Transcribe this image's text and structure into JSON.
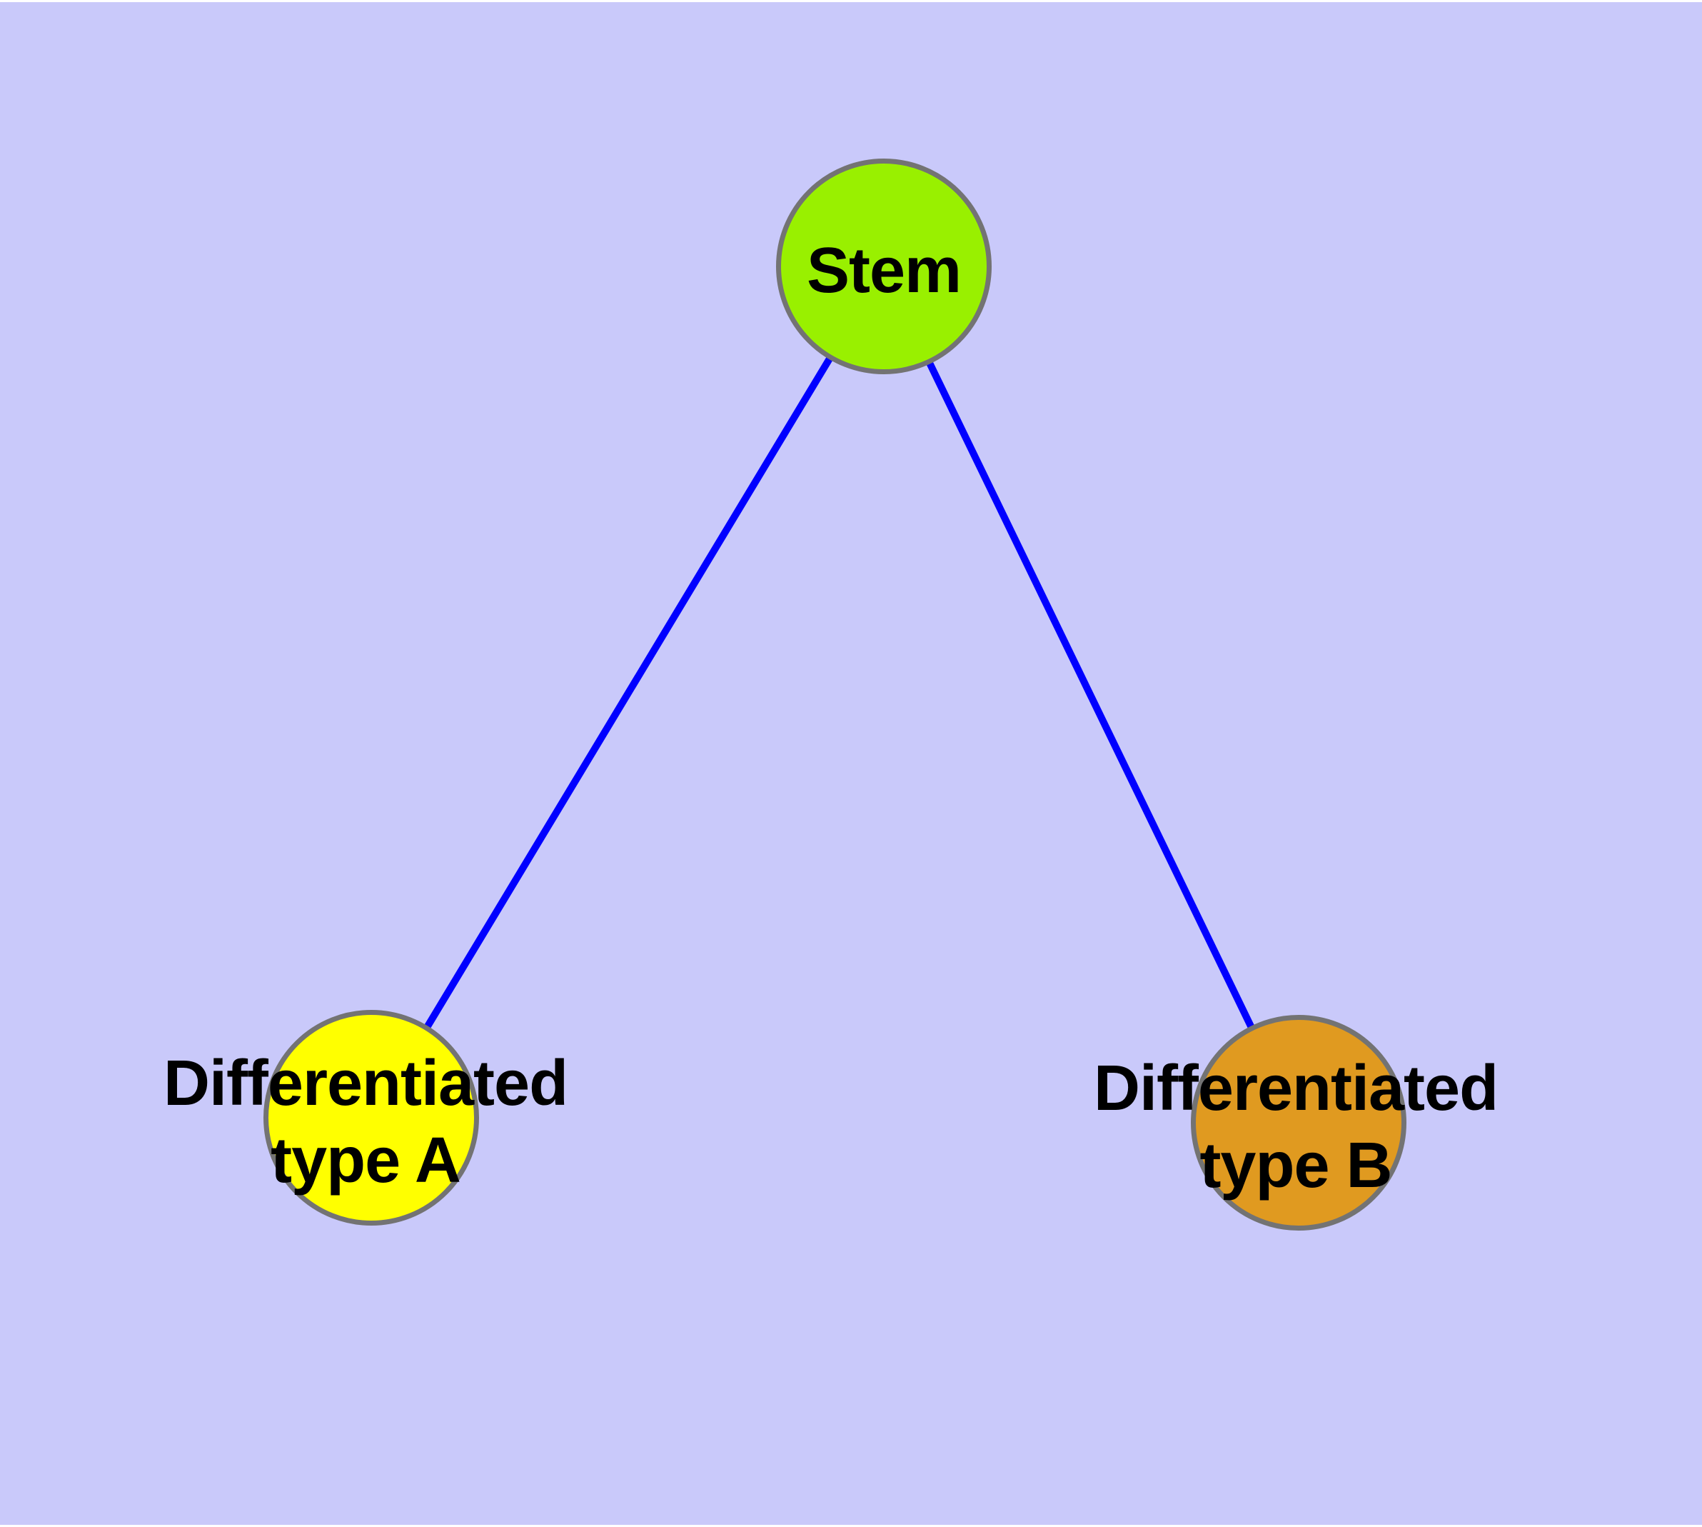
{
  "diagram": {
    "background_color": "#C9C9FA",
    "page_margin_color": "#FFFFFF",
    "edge_color": "#0000FF",
    "node_border_color": "#737373",
    "label_color": "#000000",
    "nodes": [
      {
        "id": "stem",
        "label": "Stem",
        "fill": "#99F000"
      },
      {
        "id": "differentiated-type-a",
        "label": "Differentiated\ntype A",
        "fill": "#FFFF00"
      },
      {
        "id": "differentiated-type-b",
        "label": "Differentiated\ntype B",
        "fill": "#E09A20"
      }
    ],
    "edges": [
      {
        "from": "stem",
        "to": "differentiated-type-a"
      },
      {
        "from": "stem",
        "to": "differentiated-type-b"
      }
    ]
  }
}
